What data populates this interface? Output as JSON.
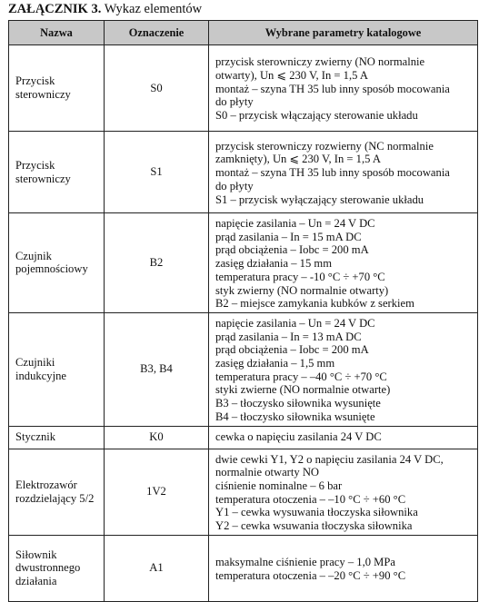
{
  "heading": {
    "prefix": "ZAŁĄCZNIK 3.",
    "title": "Wykaz elementów"
  },
  "columns": [
    "Nazwa",
    "Oznaczenie",
    "Wybrane parametry katalogowe"
  ],
  "rows": [
    {
      "name": "Przycisk sterowniczy",
      "code": "S0",
      "params": [
        "przycisk sterowniczy zwierny (NO normalnie",
        "otwarty), Un ⩽ 230 V, In = 1,5 A",
        "montaż – szyna TH 35 lub inny sposób mocowania",
        "do płyty",
        "S0 – przycisk włączający sterowanie układu"
      ]
    },
    {
      "name": "Przycisk sterowniczy",
      "code": "S1",
      "params": [
        "przycisk sterowniczy rozwierny (NC normalnie",
        "zamknięty), Un ⩽ 230 V, In = 1,5 A",
        "montaż – szyna TH 35 lub inny sposób mocowania",
        "do płyty",
        "S1 – przycisk wyłączający sterowanie układu"
      ]
    },
    {
      "name": "Czujnik pojemnościowy",
      "code": "B2",
      "params": [
        "napięcie zasilania – Un = 24 V DC",
        "prąd zasilania – In = 15 mA DC",
        "prąd obciążenia – Iobc = 200 mA",
        "zasięg działania – 15 mm",
        "temperatura pracy – -10 °C ÷ +70 °C",
        "styk zwierny (NO normalnie otwarty)",
        "B2 – miejsce zamykania kubków z serkiem"
      ]
    },
    {
      "name": "Czujniki indukcyjne",
      "code": "B3, B4",
      "params": [
        "napięcie zasilania – Un = 24 V DC",
        "prąd zasilania – In = 13 mA DC",
        "prąd obciążenia – Iobc = 200 mA",
        "zasięg działania – 1,5 mm",
        "temperatura pracy – –40 °C ÷ +70 °C",
        "styki zwierne (NO normalnie otwarte)",
        "B3 – tłoczysko siłownika wysunięte",
        "B4 – tłoczysko siłownika wsunięte"
      ]
    },
    {
      "name": "Stycznik",
      "code": "K0",
      "params": [
        "cewka o napięciu zasilania 24 V DC"
      ]
    },
    {
      "name": "Elektrozawór rozdzielający 5/2",
      "code": "1V2",
      "params": [
        "dwie cewki Y1, Y2 o napięciu zasilania 24 V DC,",
        "normalnie otwarty NO",
        "ciśnienie nominalne – 6 bar",
        "temperatura otoczenia – –10 °C ÷ +60 °C",
        "Y1 – cewka wysuwania tłoczyska siłownika",
        "Y2 – cewka wsuwania tłoczyska siłownika"
      ]
    },
    {
      "name": "Siłownik dwustronnego działania",
      "code": "A1",
      "params": [
        "maksymalne ciśnienie pracy – 1,0 MPa",
        "temperatura otoczenia – –20 °C ÷ +90 °C"
      ]
    }
  ]
}
